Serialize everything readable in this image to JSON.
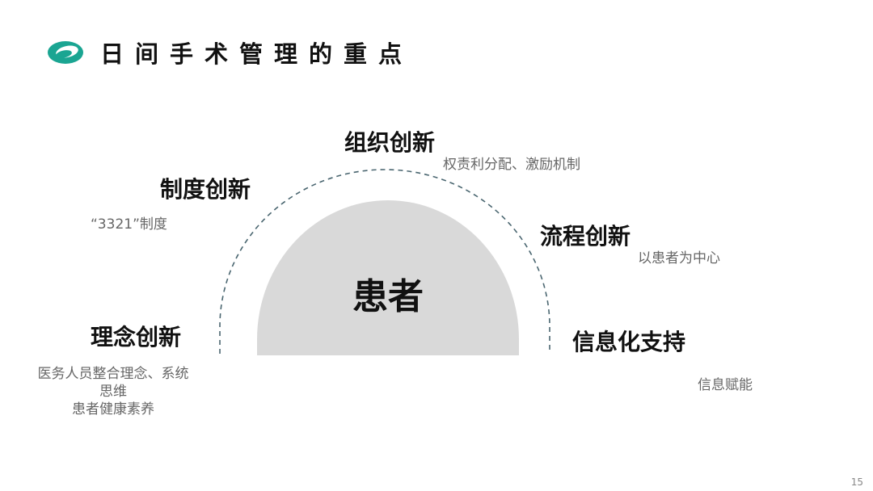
{
  "header": {
    "title": "日间手术管理的重点",
    "logo_icon": "ring-logo-icon",
    "accent_color": "#1aa592"
  },
  "diagram": {
    "center": "患者",
    "center_fill": "#d9d9d9",
    "arc_color": "#4a6670",
    "nodes": {
      "organization": {
        "title": "组织创新",
        "desc": "权责利分配、激励机制"
      },
      "system": {
        "title": "制度创新",
        "desc": "“3321”制度"
      },
      "process": {
        "title": "流程创新",
        "desc": "以患者为中心"
      },
      "concept": {
        "title": "理念创新",
        "desc_lines": [
          "医务人员整合理念、系统",
          "思维",
          "患者健康素养"
        ]
      },
      "information": {
        "title": "信息化支持",
        "desc": "信息赋能"
      }
    }
  },
  "footer": {
    "page_number": "15"
  }
}
